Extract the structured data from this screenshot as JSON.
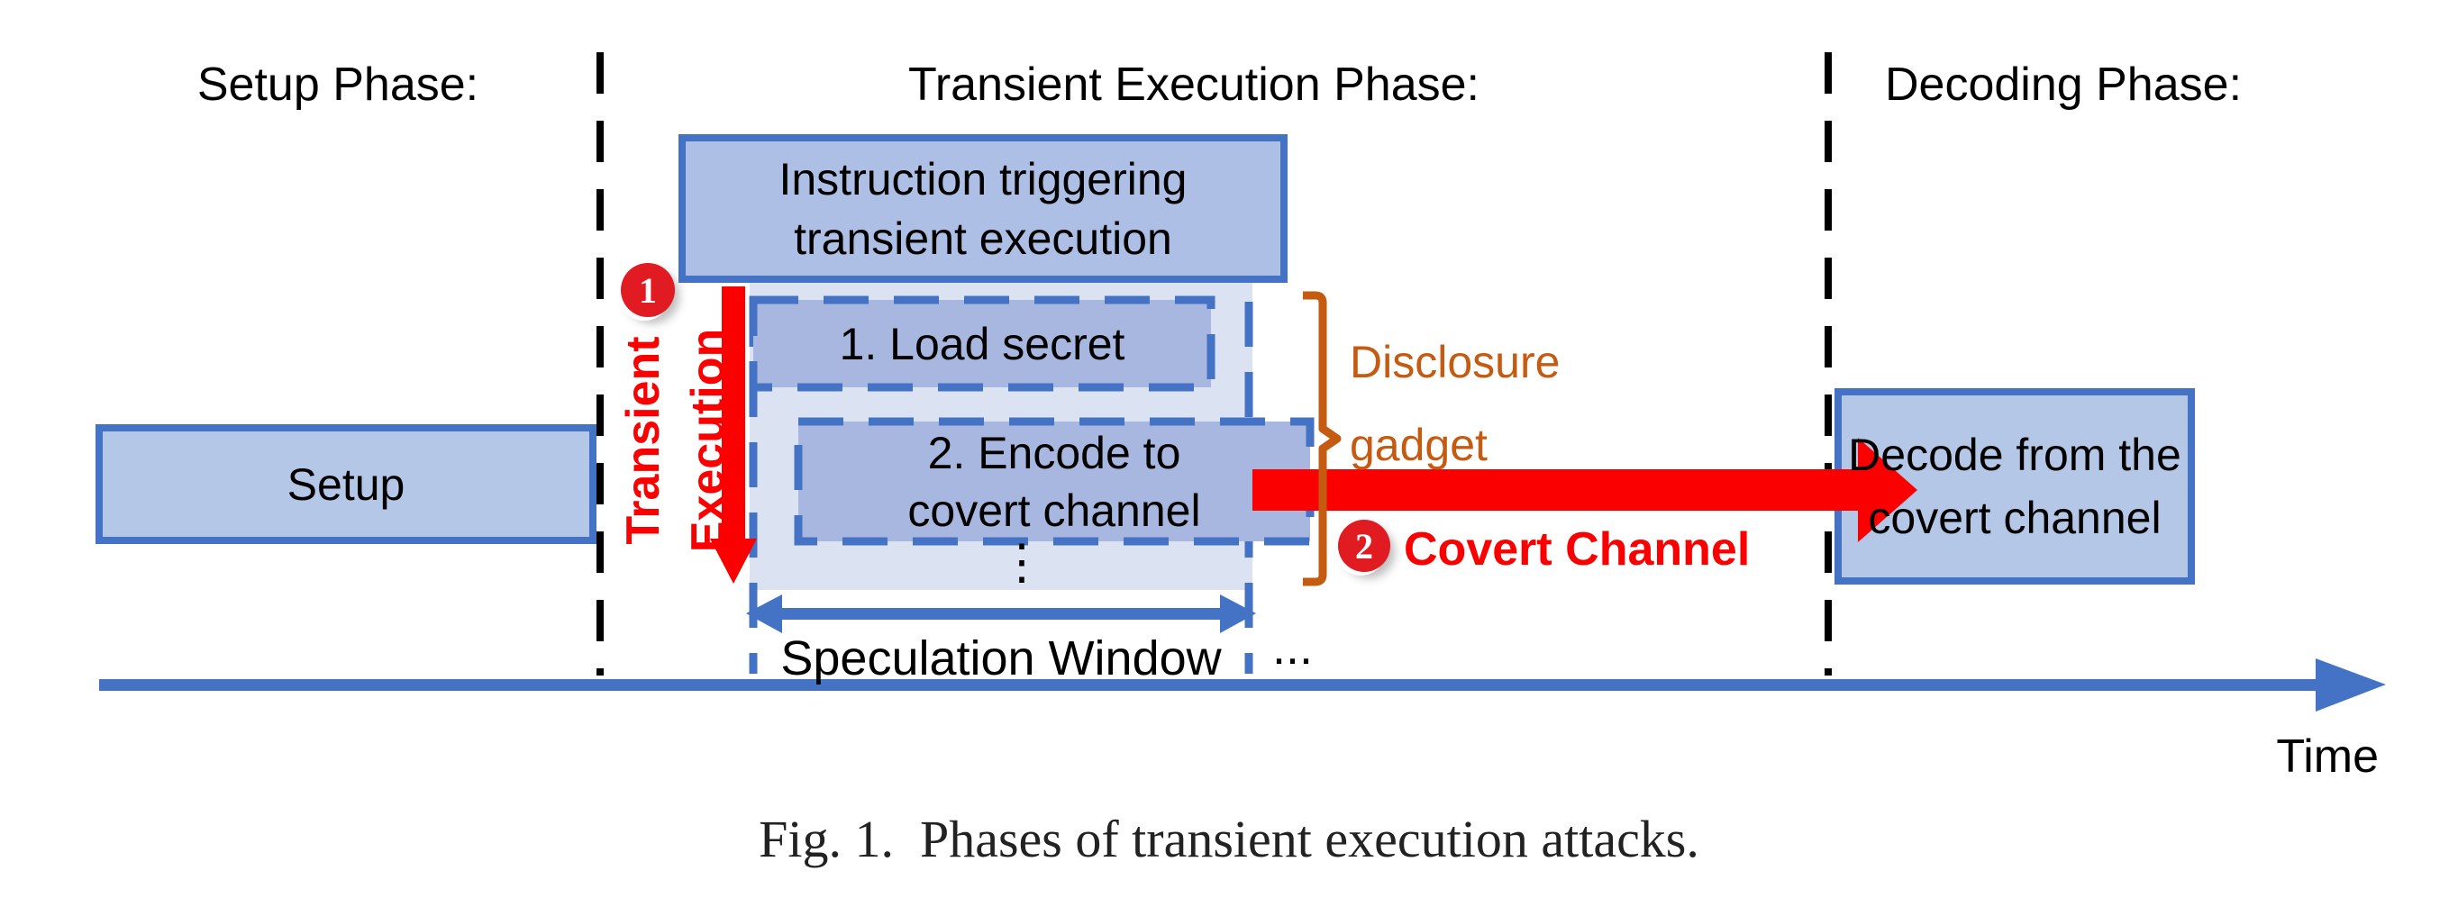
{
  "figure": {
    "phase_labels": {
      "setup": "Setup Phase:",
      "transient": "Transient Execution Phase:",
      "decoding": "Decoding Phase:"
    },
    "setup_box": {
      "label": "Setup"
    },
    "instruction_box": {
      "line1": "Instruction triggering",
      "line2": "transient execution"
    },
    "load_secret_box": {
      "label": "1. Load secret"
    },
    "encode_box": {
      "line1": "2. Encode to",
      "line2": "covert channel"
    },
    "decode_box": {
      "line1": "Decode from the",
      "line2": "covert channel"
    },
    "transient_execution_label": {
      "line1": "Transient",
      "line2": "Execution"
    },
    "step_badges": {
      "step1": "1",
      "step2": "2"
    },
    "disclosure_label": {
      "line1": "Disclosure",
      "line2": "gadget"
    },
    "covert_channel_label": "Covert Channel",
    "speculation_window_label": "Speculation Window",
    "ellipsis_after_window": "...",
    "ellipsis_vertical": "⋮",
    "time_label": "Time",
    "caption": "Fig. 1.  Phases of transient execution attacks.",
    "colors": {
      "outer_box_fill": "#b4c7e7",
      "instruction_box_fill": "#aebfe5",
      "inner_dashed_box_fill": "#a8b7df",
      "speculation_window_fill": "#dbe3f3",
      "diagram_blue": "#4472c4",
      "arrow_red": "#fb0000",
      "badge_red": "#e11b22",
      "bracket_orange": "#c55a11",
      "caption_text": "#222222",
      "dashed_divider_black": "#000000"
    }
  }
}
